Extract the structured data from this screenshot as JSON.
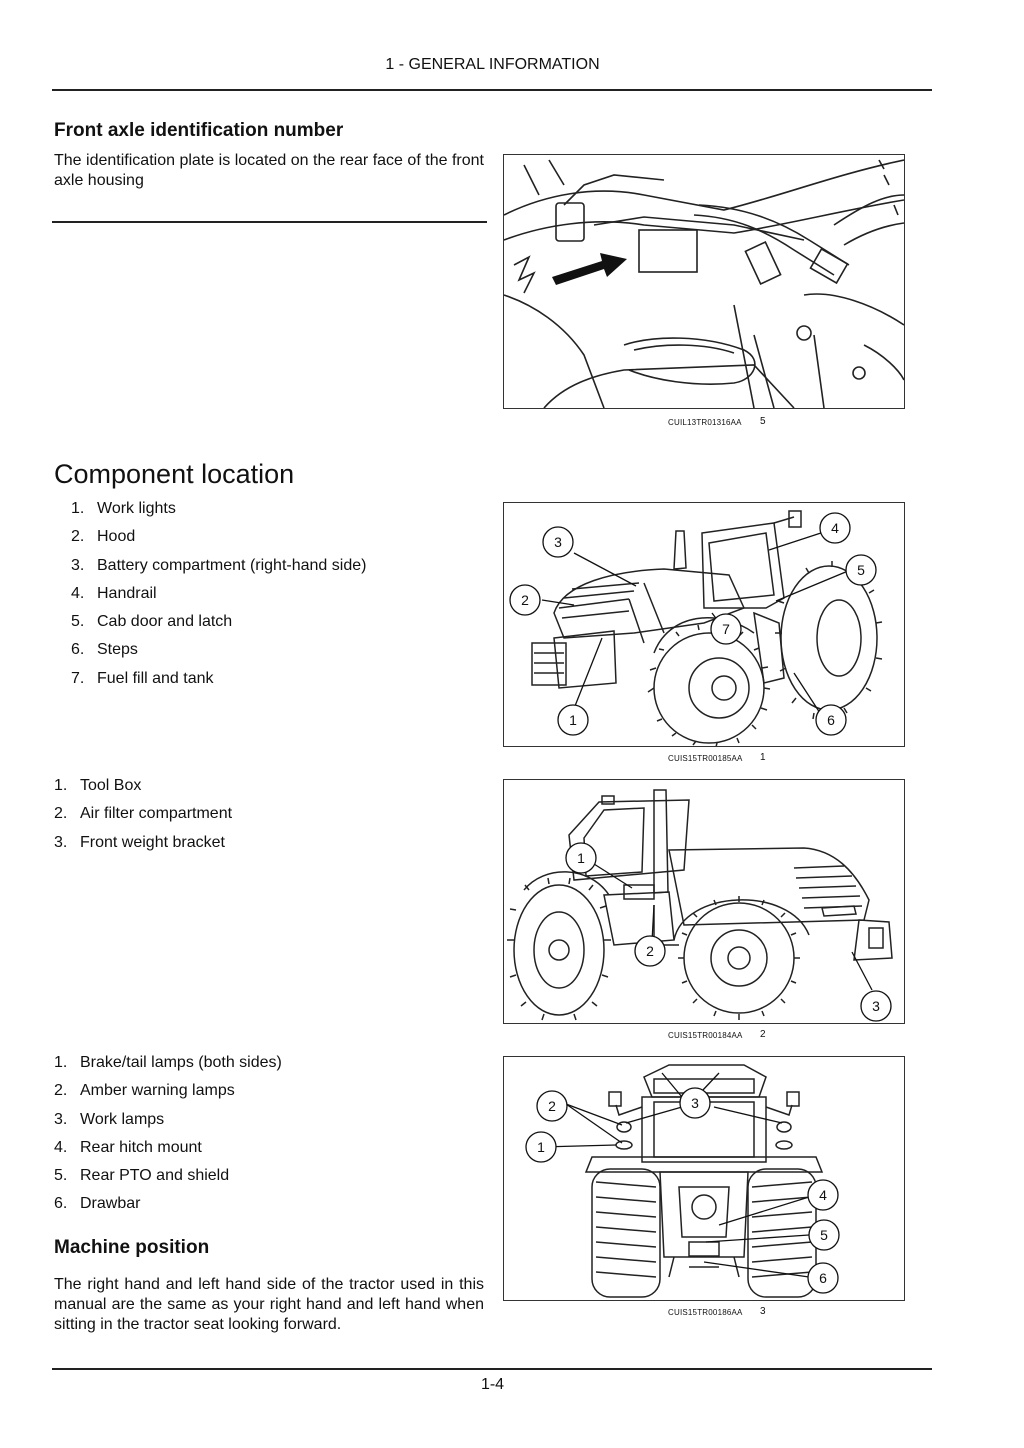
{
  "header": {
    "title": "1 - GENERAL INFORMATION"
  },
  "section1": {
    "heading": "Front axle identification number",
    "text": "The identification plate is located on the rear face of the front axle housing",
    "figure": {
      "code": "CUIL13TR01316AA",
      "number": "5"
    }
  },
  "section2": {
    "heading": "Component location",
    "list1": [
      {
        "num": "1.",
        "label": "Work lights"
      },
      {
        "num": "2.",
        "label": "Hood"
      },
      {
        "num": "3.",
        "label": "Battery compartment (right-hand side)"
      },
      {
        "num": "4.",
        "label": "Handrail"
      },
      {
        "num": "5.",
        "label": "Cab door and latch"
      },
      {
        "num": "6.",
        "label": "Steps"
      },
      {
        "num": "7.",
        "label": "Fuel fill and tank"
      }
    ],
    "figure1": {
      "code": "CUIS15TR00185AA",
      "number": "1",
      "callouts": [
        "1",
        "2",
        "3",
        "4",
        "5",
        "6",
        "7"
      ]
    },
    "list2": [
      {
        "num": "1.",
        "label": "Tool Box"
      },
      {
        "num": "2.",
        "label": "Air filter compartment"
      },
      {
        "num": "3.",
        "label": "Front weight bracket"
      }
    ],
    "figure2": {
      "code": "CUIS15TR00184AA",
      "number": "2",
      "callouts": [
        "1",
        "2",
        "3"
      ]
    },
    "list3": [
      {
        "num": "1.",
        "label": "Brake/tail lamps (both sides)"
      },
      {
        "num": "2.",
        "label": "Amber warning lamps"
      },
      {
        "num": "3.",
        "label": "Work lamps"
      },
      {
        "num": "4.",
        "label": "Rear hitch mount"
      },
      {
        "num": "5.",
        "label": "Rear PTO and shield"
      },
      {
        "num": "6.",
        "label": "Drawbar"
      }
    ],
    "figure3": {
      "code": "CUIS15TR00186AA",
      "number": "3",
      "callouts": [
        "1",
        "2",
        "3",
        "4",
        "5",
        "6"
      ]
    }
  },
  "section3": {
    "heading": "Machine position",
    "text": "The right hand and left hand side of the tractor used in this manual are the same as your right hand and left hand when sitting in the tractor seat looking forward."
  },
  "footer": {
    "page": "1-4"
  }
}
